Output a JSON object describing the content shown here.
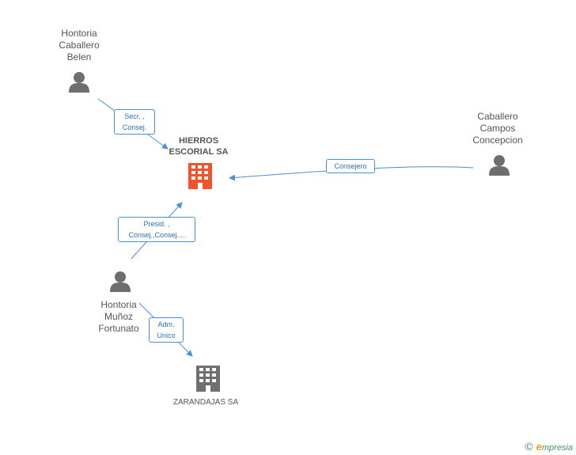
{
  "nodes": {
    "person_belen": {
      "lines": [
        "Hontoria",
        "Caballero",
        "Belen"
      ],
      "icon": "person-icon"
    },
    "person_concepcion": {
      "lines": [
        "Caballero",
        "Campos",
        "Concepcion"
      ],
      "icon": "person-icon"
    },
    "person_fortunato": {
      "lines": [
        "Hontoria",
        "Muñoz",
        "Fortunato"
      ],
      "icon": "person-icon"
    },
    "company_hierros": {
      "lines": [
        "HIERROS",
        "ESCORIAL SA"
      ],
      "icon": "building-icon",
      "color": "#f0542a"
    },
    "company_zarandajas": {
      "lines": [
        "ZARANDAJAS SA"
      ],
      "icon": "building-icon",
      "color": "#707070"
    }
  },
  "edges": {
    "belen_hierros": {
      "lines": [
        "Secr. ,",
        "Consej."
      ]
    },
    "concepcion_hierros": {
      "lines": [
        "Consejero"
      ]
    },
    "fortunato_hierros": {
      "lines": [
        "Presid. ,",
        "Consej.,Consej...."
      ]
    },
    "fortunato_zarandajas": {
      "lines": [
        "Adm.",
        "Unico"
      ]
    }
  },
  "colors": {
    "edge": "#4a90d9",
    "person": "#6e6e6e",
    "company_main": "#f0542a",
    "company_other": "#707070"
  },
  "footer": {
    "copyright": "©",
    "brand_initial": "e",
    "brand_rest": "mpresia"
  }
}
